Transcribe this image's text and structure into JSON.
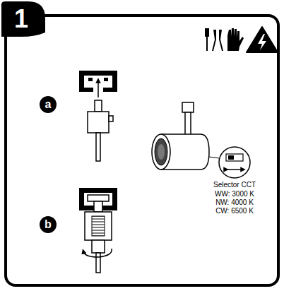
{
  "diagram": {
    "labels": [
      "1",
      "a",
      "b",
      "Selector CCT",
      "WW: 3000 K",
      "NW: 4000 K",
      "CW: 6500 K"
    ]
  }
}
